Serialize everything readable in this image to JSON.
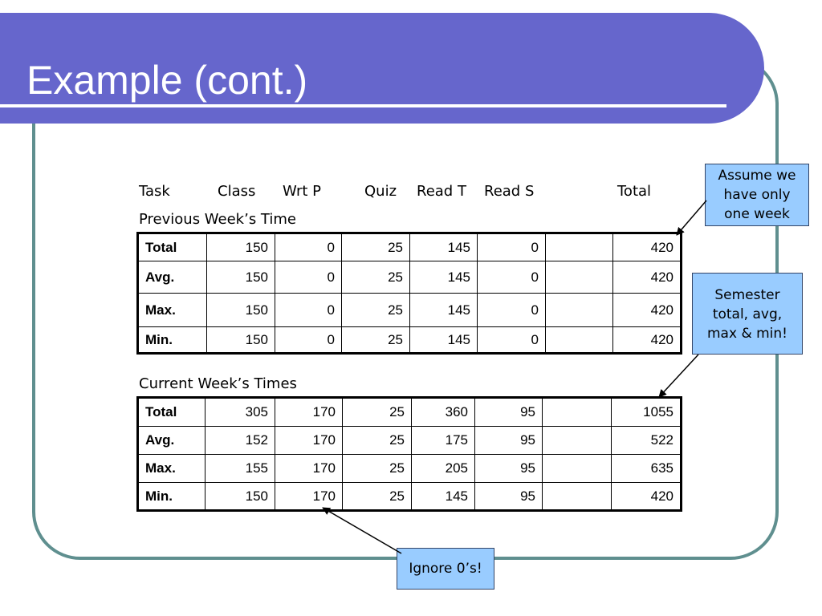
{
  "slide": {
    "title": "Example (cont.)"
  },
  "header": [
    "Task",
    "Class",
    "Wrt P",
    "Quiz",
    "Read T",
    "Read S",
    "Total"
  ],
  "previous": {
    "caption": "Previous Week’s Time",
    "rows": [
      {
        "label": "Total",
        "values": [
          "150",
          "0",
          "25",
          "145",
          "0",
          "",
          "420"
        ]
      },
      {
        "label": "Avg.",
        "values": [
          "150",
          "0",
          "25",
          "145",
          "0",
          "",
          "420"
        ]
      },
      {
        "label": "Max.",
        "values": [
          "150",
          "0",
          "25",
          "145",
          "0",
          "",
          "420"
        ]
      },
      {
        "label": "Min.",
        "values": [
          "150",
          "0",
          "25",
          "145",
          "0",
          "",
          "420"
        ]
      }
    ]
  },
  "current": {
    "caption": "Current Week’s Times",
    "rows": [
      {
        "label": "Total",
        "values": [
          "305",
          "170",
          "25",
          "360",
          "95",
          "",
          "1055"
        ]
      },
      {
        "label": "Avg.",
        "values": [
          "152",
          "170",
          "25",
          "175",
          "95",
          "",
          "522"
        ]
      },
      {
        "label": "Max.",
        "values": [
          "155",
          "170",
          "25",
          "205",
          "95",
          "",
          "635"
        ]
      },
      {
        "label": "Min.",
        "values": [
          "150",
          "170",
          "25",
          "145",
          "95",
          "",
          "420"
        ]
      }
    ]
  },
  "callouts": {
    "assume": [
      "Assume we",
      "have only",
      "one week"
    ],
    "semester": [
      "Semester",
      "total, avg,",
      "max & min!"
    ],
    "ignore": "Ignore 0’s!"
  },
  "colors": {
    "title_bar": "#6666cc",
    "frame": "#5f8f8f",
    "callout_fill": "#99ccff"
  }
}
